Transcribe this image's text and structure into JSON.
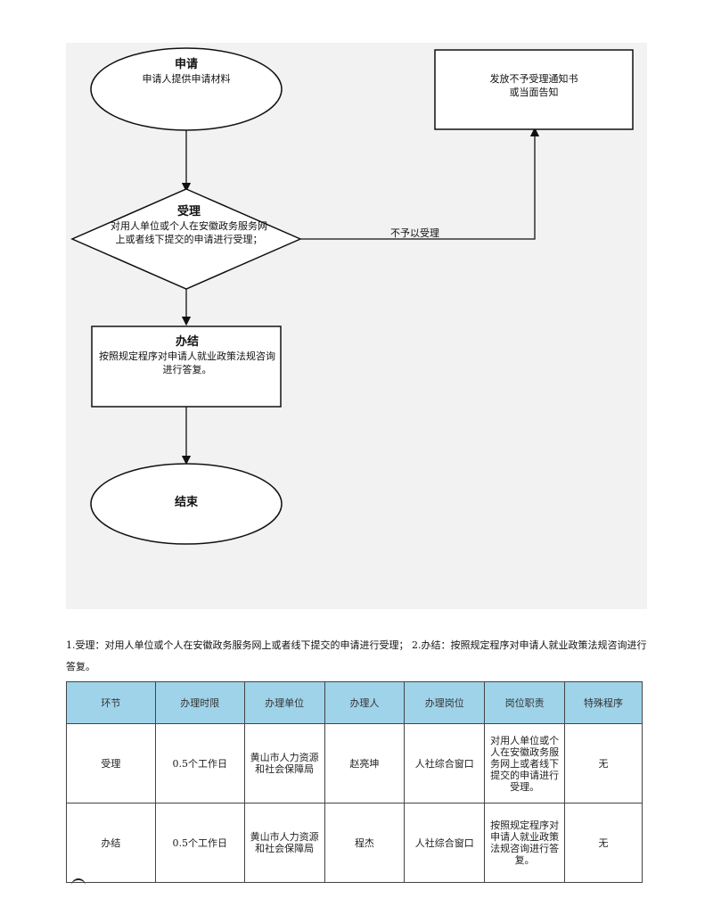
{
  "flowchart": {
    "apply": {
      "title": "申请",
      "body": "申请人提供申请材料"
    },
    "accept": {
      "title": "受理",
      "body": "对用人单位或个人在安徽政务服务网上或者线下提交的申请进行受理；"
    },
    "reject": {
      "body_line1": "发放不予受理通知书",
      "body_line2": "或当面告知"
    },
    "reject_edge_label": "不予以受理",
    "finish": {
      "title": "办结",
      "body": "按照规定程序对申请人就业政策法规咨询进行答复。"
    },
    "end": {
      "title": "结束"
    }
  },
  "description": "1.受理：对用人单位或个人在安徽政务服务网上或者线下提交的申请进行受理； 2.办结：按照规定程序对申请人就业政策法规咨询进行答复。",
  "table": {
    "headers": [
      "环节",
      "办理时限",
      "办理单位",
      "办理人",
      "办理岗位",
      "岗位职责",
      "特殊程序"
    ],
    "rows": [
      [
        "受理",
        "0.5个工作日",
        "黄山市人力资源和社会保障局",
        "赵亮坤",
        "人社综合窗口",
        "对用人单位或个人在安徽政务服务网上或者线下提交的申请进行受理。",
        "无"
      ],
      [
        "办结",
        "0.5个工作日",
        "黄山市人力资源和社会保障局",
        "程杰",
        "人社综合窗口",
        "按照规定程序对申请人就业政策法规咨询进行答复。",
        "无"
      ]
    ]
  }
}
